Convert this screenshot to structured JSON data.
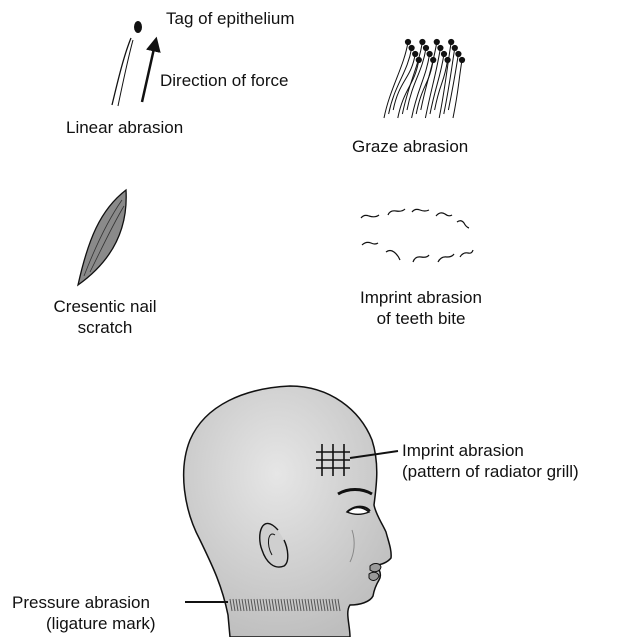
{
  "labels": {
    "tag_of_epithelium": "Tag of epithelium",
    "direction_of_force": "Direction of force",
    "linear_abrasion": "Linear abrasion",
    "graze_abrasion": "Graze abrasion",
    "cresentic_line1": "Cresentic nail",
    "cresentic_line2": "scratch",
    "teeth_line1": "Imprint abrasion",
    "teeth_line2": "of teeth bite",
    "grill_line1": "Imprint abrasion",
    "grill_line2": "(pattern of radiator grill)",
    "pressure_line1": "Pressure abrasion",
    "pressure_line2": "(ligature mark)"
  },
  "colors": {
    "ink": "#111111",
    "head_fill": "#d6d6d6",
    "nail_fill": "#8a8a8a"
  }
}
